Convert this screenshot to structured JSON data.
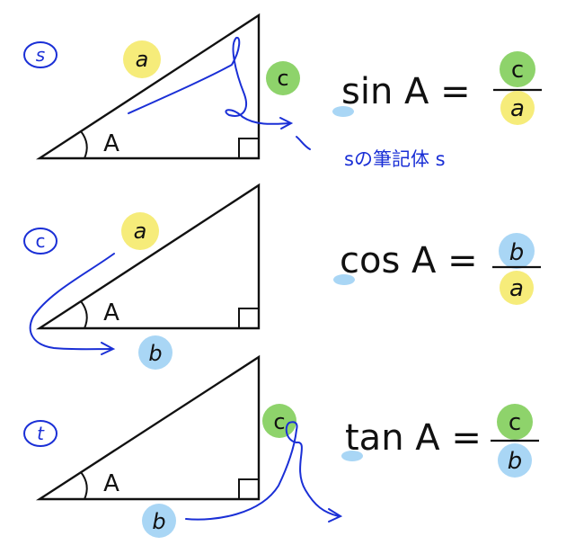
{
  "colors": {
    "ink": "#111111",
    "blue_ink": "#1a2fd6",
    "yellow": "#f6ec7a",
    "green": "#8ed36b",
    "blue": "#a9d6f5"
  },
  "rows": [
    {
      "marker": "s",
      "hypotenuse_label": "a",
      "adjacent_label": "",
      "opposite_label": "c",
      "angle_label": "A",
      "formula_lhs": "sin A =",
      "numerator": "c",
      "denominator": "a",
      "note": "sの筆記体 s"
    },
    {
      "marker": "c",
      "hypotenuse_label": "a",
      "adjacent_label": "b",
      "opposite_label": "",
      "angle_label": "A",
      "formula_lhs": "cos A =",
      "numerator": "b",
      "denominator": "a"
    },
    {
      "marker": "t",
      "hypotenuse_label": "",
      "adjacent_label": "b",
      "opposite_label": "c",
      "angle_label": "A",
      "formula_lhs": "tan A =",
      "numerator": "c",
      "denominator": "b"
    }
  ]
}
